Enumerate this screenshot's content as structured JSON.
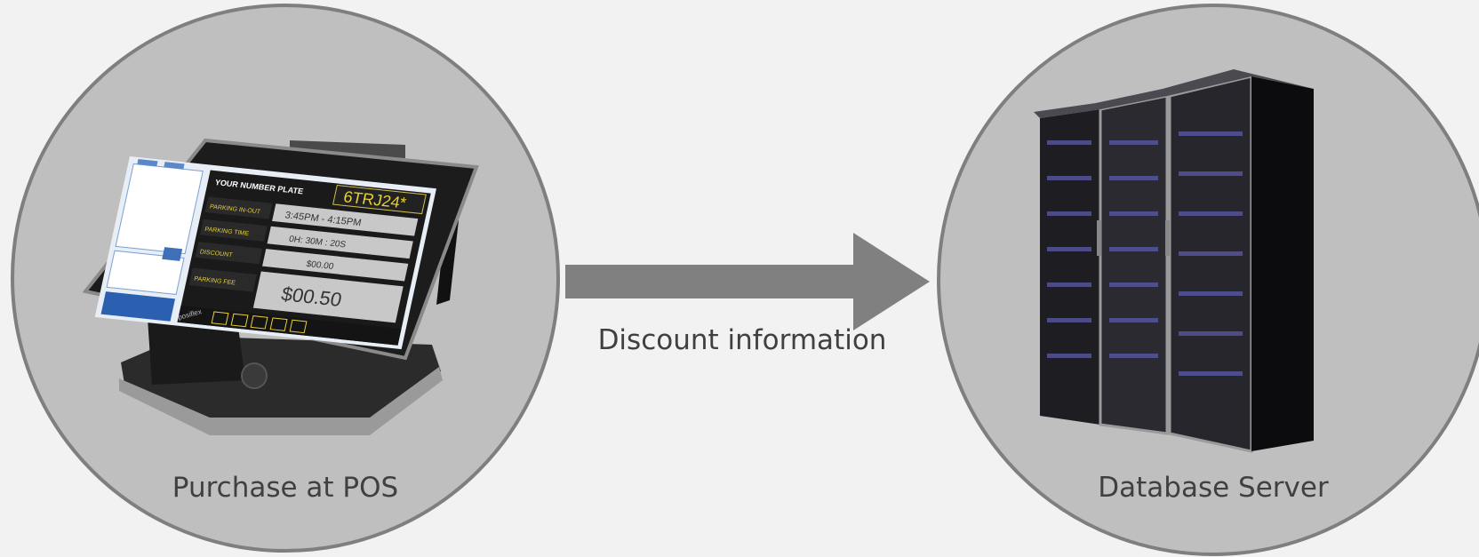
{
  "diagram": {
    "nodes": [
      {
        "id": "pos",
        "label": "Purchase at POS",
        "icon": "pos-terminal-icon"
      },
      {
        "id": "db",
        "label": "Database Server",
        "icon": "server-rack-icon"
      }
    ],
    "edge": {
      "from": "pos",
      "to": "db",
      "label": "Discount information"
    },
    "colors": {
      "background": "#f2f2f2",
      "node_fill": "#bfbfbf",
      "node_border": "#7f7f7f",
      "arrow": "#808080",
      "text": "#404040"
    }
  },
  "pos_screen": {
    "plate_heading": "YOUR NUMBER PLATE",
    "plate_value": "6TRJ24*",
    "in_out_label": "PARKING IN-OUT",
    "in_out_value": "3:45PM - 4:15PM",
    "time_label": "PARKING TIME",
    "time_value": "0H: 30M : 20S",
    "discount_label": "DISCOUNT",
    "discount_value": "$00.00",
    "fee_label": "PARKING FEE",
    "fee_value": "$00.50",
    "brand": "posiflex"
  }
}
